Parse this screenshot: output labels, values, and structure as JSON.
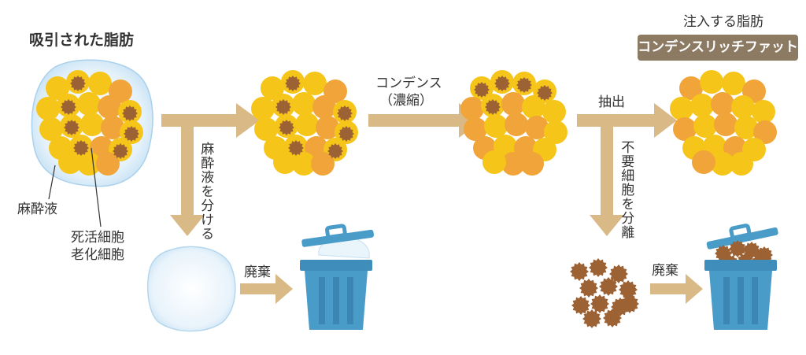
{
  "labels": {
    "aspirated_fat": "吸引された脂肪",
    "anesthetic": "麻酔液",
    "dead_cells": "死活細胞",
    "aged_cells": "老化細胞",
    "separate_anesthetic": "麻酔液を分ける",
    "condense_1": "コンデンス",
    "condense_2": "（濃縮）",
    "extract": "抽出",
    "separate_unneeded": "不要細胞を分離",
    "discard_1": "廃棄",
    "discard_2": "廃棄",
    "injected_fat": "注入する脂肪",
    "product_name": "コンデンスリッチファット"
  },
  "colors": {
    "arrow": "#d9b986",
    "fat_yellow": "#f6c51a",
    "fat_orange": "#f0a43a",
    "dead_cell": "#9c6234",
    "fluid": "#cce6f6",
    "bin": "#4a9cc8",
    "badge": "#8c7a63"
  },
  "icons": [
    "fat-cluster-icon",
    "anesthetic-fluid-icon",
    "trash-bin-icon",
    "dead-cells-icon",
    "arrow-icon"
  ]
}
